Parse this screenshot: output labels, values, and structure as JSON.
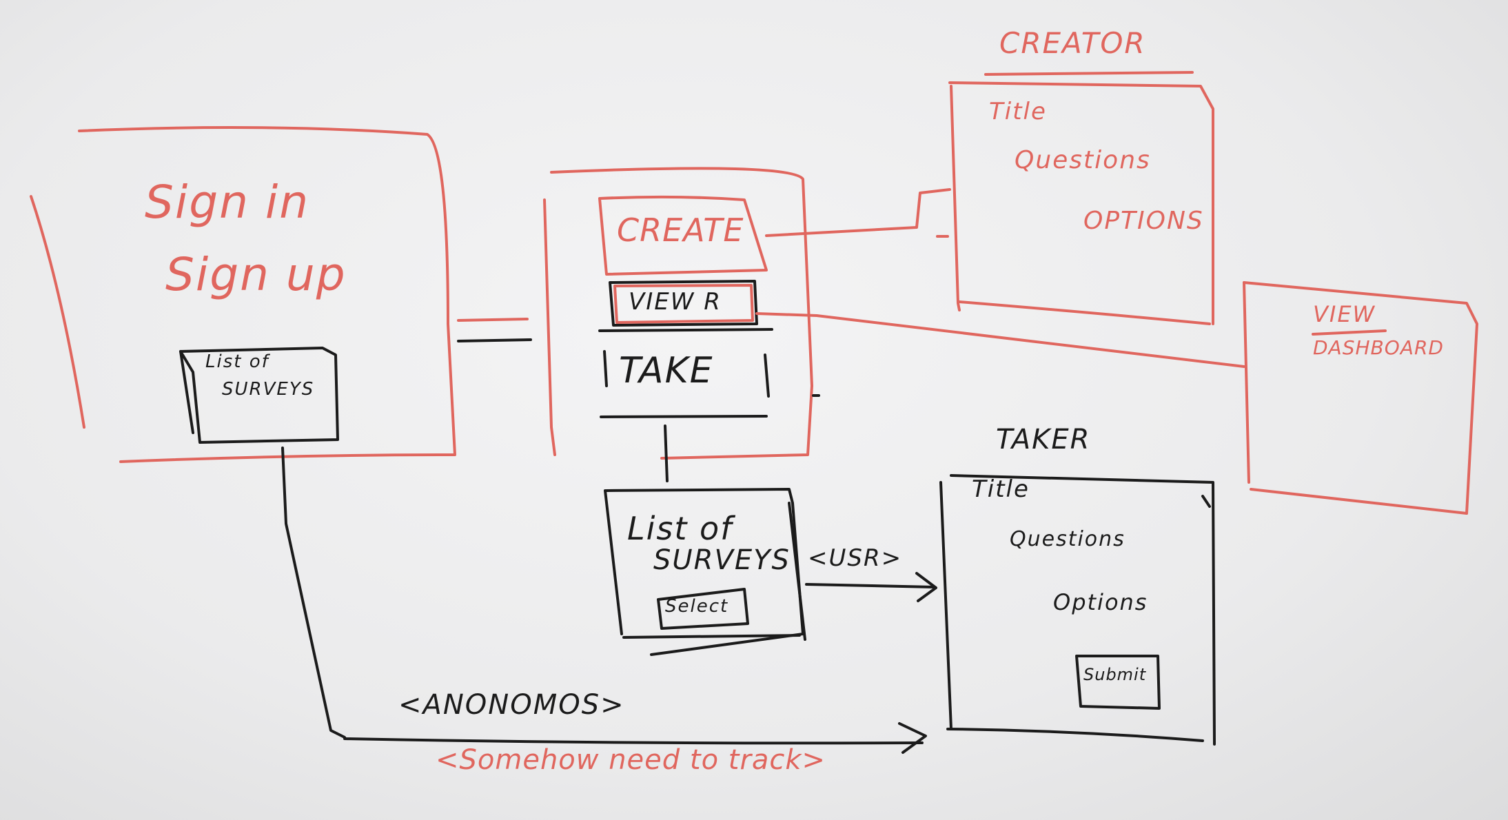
{
  "colors": {
    "board": "#ececed",
    "red_marker": "#e0665e",
    "black_marker": "#1b1b1b"
  },
  "login": {
    "line1": "Sign in",
    "line2": "Sign up",
    "list_box": {
      "line1": "List of",
      "line2": "SURVEYS"
    }
  },
  "menu": {
    "create": "CREATE",
    "view": "VIEW R",
    "take": "TAKE"
  },
  "creator": {
    "heading": "CREATOR",
    "title": "Title",
    "questions": "Questions",
    "options": "OPTIONS"
  },
  "dashboard": {
    "line1": "VIEW",
    "line2": "DASHBOARD"
  },
  "survey_list": {
    "line1": "List of",
    "line2": "SURVEYS",
    "select_button": "Select"
  },
  "user_label": "<USR>",
  "taker": {
    "heading": "TAKER",
    "title": "Title",
    "questions": "Questions",
    "options": "Options",
    "submit_button": "Submit"
  },
  "anonymous_label": "<ANONOMOS>",
  "tracking_note": "<Somehow need to track>"
}
